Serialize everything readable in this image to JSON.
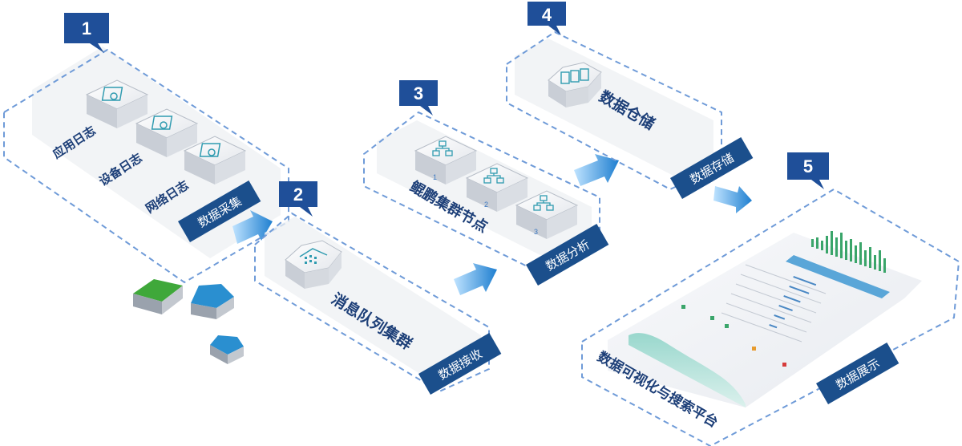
{
  "colors": {
    "badge": "#1f4f99",
    "tag": "#1b4f8c",
    "dash": "#6f9bd8",
    "label": "#1d3f78",
    "card_fill": "#eef0f3",
    "arrow_from": "#1f7fd0",
    "arrow_to": "#bfe3ff",
    "green_tile": "#3fa83a",
    "blue_tile": "#2a8fd0"
  },
  "stages": [
    {
      "badge": "1",
      "tag": "数据采集",
      "icon": "log-box-icon",
      "items": [
        "应用日志",
        "设备日志",
        "网络日志"
      ]
    },
    {
      "badge": "2",
      "tag": "数据接收",
      "icon": "house-grid-icon",
      "title": "消息队列集群"
    },
    {
      "badge": "3",
      "tag": "数据分析",
      "icon": "cluster-node-icon",
      "title": "鲲鹏集群节点",
      "nodes": [
        "1",
        "2",
        "3"
      ]
    },
    {
      "badge": "4",
      "tag": "数据存储",
      "icon": "storage-rack-icon",
      "title": "数据仓储"
    },
    {
      "badge": "5",
      "tag": "数据展示",
      "icon": "dashboard-icon",
      "title": "数据可视化与搜索平台"
    }
  ]
}
